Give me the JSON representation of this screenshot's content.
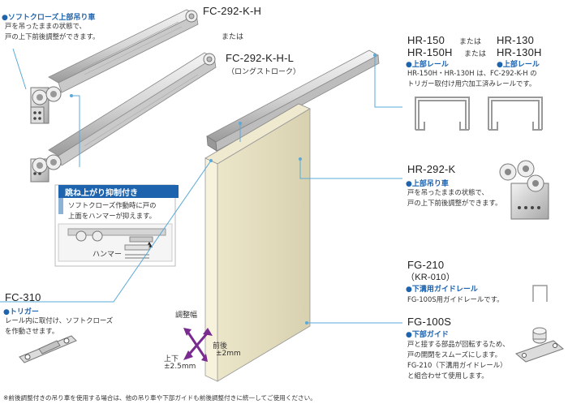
{
  "left_top": {
    "tag": "●ソフトクローズ上部吊り車",
    "desc_lines": [
      "戸を吊ったままの状態で、",
      "戸の上下前後調整ができます。"
    ]
  },
  "fc292kh": {
    "code": "FC-292-K-H",
    "or": "または"
  },
  "fc292khl": {
    "code": "FC-292-K-H-L",
    "sub": "（ロングストローク）"
  },
  "hr150": {
    "code_a": "HR-150",
    "or_a": "または",
    "code_b": "HR-130",
    "code_c": "HR-150H",
    "or_b": "または",
    "code_d": "HR-130H",
    "tag_left": "●上部レール",
    "tag_right": "●上部レール",
    "desc_lines": [
      "HR-150H・HR-130H は、FC-292-K-H の",
      "トリガー取付け用穴加工済みレールです。"
    ]
  },
  "hr292k": {
    "code": "HR-292-K",
    "tag": "●上部吊り車",
    "desc_lines": [
      "戸を吊ったままの状態で、",
      "戸の上下前後調整ができます。"
    ]
  },
  "bounce": {
    "title": "跳ね上がり抑制付き",
    "desc_lines": [
      "ソフトクローズ作動時に戸の",
      "上面をハンマーが抑えます。"
    ],
    "hammer": "ハンマー"
  },
  "fc310": {
    "code": "FC-310",
    "tag": "●トリガー",
    "desc_lines": [
      "レール内に取付け、ソフトクローズ",
      "を作動させます。"
    ]
  },
  "fg210": {
    "code": "FG-210",
    "sub": "（KR-010）",
    "tag": "●下溝用ガイドレール",
    "desc": "FG-100S用ガイドレールです。"
  },
  "fg100s": {
    "code": "FG-100S",
    "tag": "●下部ガイド",
    "desc_lines": [
      "戸と接する部品が回転するため、",
      "戸の開閉をスムーズにします。",
      "FG-210（下溝用ガイドレール）",
      "と組合わせて使用します。"
    ]
  },
  "adjust": {
    "title": "調整幅",
    "front_back": "前後",
    "front_back_val": "±2mm",
    "up_down": "上下",
    "up_down_val": "±2.5mm"
  },
  "footnote": "※前後調整付きの吊り車を使用する場合は、他の吊り車や下部ガイドも前後調整付きに統一してご使用ください。",
  "colors": {
    "accent": "#1e63ad",
    "leader": "#5aa9d8",
    "door": "#f7f2dc",
    "arrow": "#7a2b8f"
  }
}
